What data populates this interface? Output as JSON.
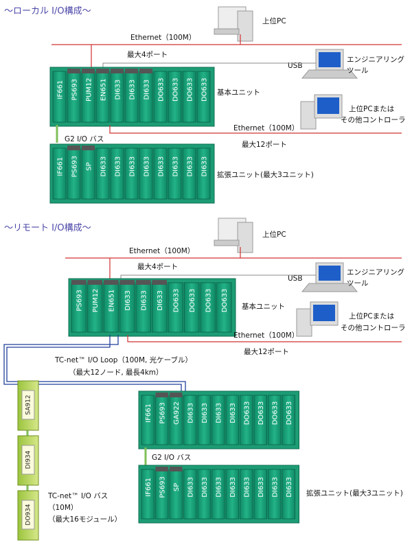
{
  "local": {
    "title": "〜ローカル I/O構成〜",
    "pc_label": "上位PC",
    "ethernet_top": "Ethernet（100M）",
    "max4": "最大4ポート",
    "usb": "USB",
    "eng_label1": "エンジニアリング",
    "eng_label2": "ツール",
    "base_label": "基本ユニット",
    "pc2_label1": "上位PCまたは",
    "pc2_label2": "その他コントローラ",
    "ethernet_bottom": "Ethernet（100M）",
    "max12": "最大12ポート",
    "g2_bus": "G2 I/O バス",
    "ext_label": "拡張ユニット(最大3ユニット)",
    "base_modules": [
      "IF661",
      "PS693",
      "PUM12",
      "EN651",
      "DI633",
      "DI633",
      "DI633",
      "DO633",
      "DO633",
      "DO633",
      "DO633"
    ],
    "ext_modules": [
      "IF661",
      "PS693",
      "SP",
      "DI633",
      "DI633",
      "DI633",
      "DI633",
      "DI633",
      "DI633",
      "DI633",
      "DI633"
    ]
  },
  "remote": {
    "title": "〜リモート I/O構成〜",
    "pc_label": "上位PC",
    "ethernet_top": "Ethernet（100M）",
    "max4": "最大4ポート",
    "usb": "USB",
    "eng_label1": "エンジニアリング",
    "eng_label2": "ツール",
    "base_label": "基本ユニット",
    "pc2_label1": "上位PCまたは",
    "pc2_label2": "その他コントローラ",
    "ethernet_bottom": "Ethernet（100M）",
    "max12": "最大12ポート",
    "loop1": "TC-net™ I/O Loop（100M, 光ケーブル）",
    "loop2": "（最大12ノード, 最長4km）",
    "base_modules": [
      "PS693",
      "PUM12",
      "EN651",
      "DI633",
      "DI633",
      "DI633",
      "DO633",
      "DO633",
      "DO633",
      "DO633"
    ],
    "node_modules": [
      "IF661",
      "PS693",
      "GA922",
      "DI633",
      "DI633",
      "DI633",
      "DI633",
      "DO633",
      "DO633",
      "DO633",
      "DO633"
    ],
    "g2_bus": "G2 I/O バス",
    "ext_modules": [
      "IF661",
      "PS693",
      "SP",
      "DI633",
      "DI633",
      "DI633",
      "DI633",
      "DI633",
      "DI633",
      "DI633",
      "DI633"
    ],
    "ext_label": "拡張ユニット(最大3ユニット)",
    "small_modules": [
      "SA912",
      "DI934",
      "DO934"
    ],
    "bus_label1": "TC-net™ I/O バス",
    "bus_label2": "（10M）",
    "bus_label3": "（最大16モジュール）"
  },
  "colors": {
    "ethernet": "#d03030",
    "usb": "#888888",
    "loop": "#1f3f9a",
    "g2": "#7fbf5a",
    "module": "#1aa37a",
    "module_dark": "#0d6e52",
    "title": "#4a46a8"
  }
}
